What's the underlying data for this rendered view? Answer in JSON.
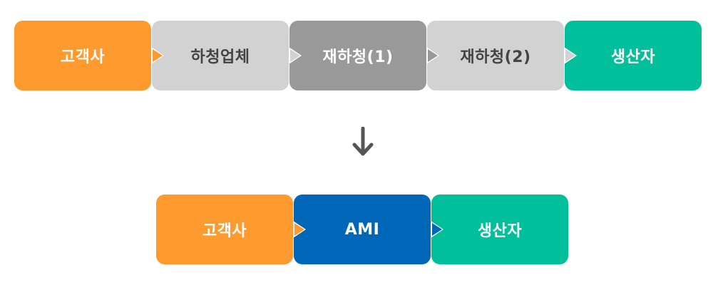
{
  "before_flow": [
    {
      "label": "고객사",
      "bg": "#FF9A2E",
      "fg": "#FFFFFF"
    },
    {
      "label": "하청업체",
      "bg": "#D2D2D2",
      "fg": "#444444"
    },
    {
      "label": "재하청(1)",
      "bg": "#999999",
      "fg": "#FFFFFF"
    },
    {
      "label": "재하청(2)",
      "bg": "#D2D2D2",
      "fg": "#444444"
    },
    {
      "label": "생산자",
      "bg": "#00BF9A",
      "fg": "#FFFFFF"
    }
  ],
  "after_flow": [
    {
      "label": "고객사",
      "bg": "#FF9A2E",
      "fg": "#FFFFFF"
    },
    {
      "label": "AMI",
      "bg": "#0066B8",
      "fg": "#FFFFFF"
    },
    {
      "label": "생산자",
      "bg": "#00BF9A",
      "fg": "#FFFFFF"
    }
  ],
  "transition_arrow": {
    "icon": "arrow-down-icon",
    "color": "#555555"
  }
}
